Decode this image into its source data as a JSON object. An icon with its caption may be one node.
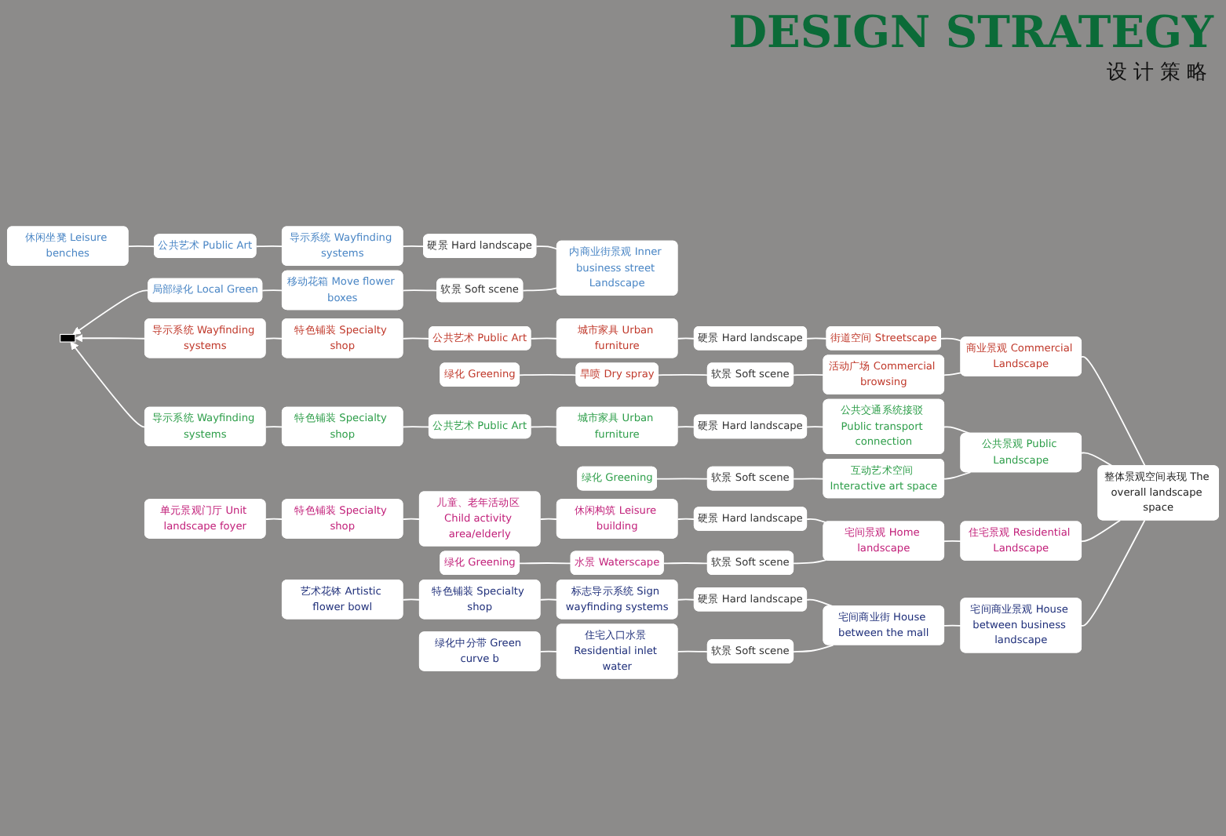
{
  "diagram": {
    "title": "DESIGN STRATEGY",
    "nodes": [
      {
        "text": [
          "内商业街景观 Inner business street Landscape"
        ]
      },
      {
        "text": [
          "硬景 Hard landscape"
        ]
      },
      {
        "text": [
          "软景 Soft scene"
        ]
      },
      {
        "text": [
          "导示系统 Wayfinding systems"
        ]
      },
      {
        "text": [
          "公共艺术 Public Art"
        ]
      },
      {
        "text": [
          "休闲坐凳 Leisure benches"
        ]
      },
      {
        "text": [
          "移动花箱 Move flower boxes"
        ]
      },
      {
        "text": [
          "局部绿化 Local Green"
        ]
      },
      {
        "text": [],
        "shape": "box"
      },
      {
        "text": [
          "整体景观空间表现 The overall landscape space"
        ]
      },
      {
        "text": [
          "商业景观 Commercial Landscape"
        ]
      },
      {
        "text": [
          "街道空间 Streetscape"
        ]
      },
      {
        "text": [
          "活动广场 Commercial browsing"
        ]
      },
      {
        "text": [
          "硬景 Hard landscape"
        ]
      },
      {
        "text": [
          "软景 Soft scene"
        ]
      },
      {
        "text": [
          "城市家具 Urban furniture"
        ]
      },
      {
        "text": [
          "公共艺术 Public Art"
        ]
      },
      {
        "text": [
          "特色铺装 Specialty shop"
        ]
      },
      {
        "text": [
          "导示系统 Wayfinding systems"
        ]
      },
      {
        "text": [
          "旱喷 Dry spray"
        ]
      },
      {
        "text": [
          "绿化 Greening"
        ]
      },
      {
        "text": [
          "公共景观 Public Landscape"
        ]
      },
      {
        "text": [
          "公共交通系统接驳 Public transport connection"
        ]
      },
      {
        "text": [
          "互动艺术空间 Interactive art space"
        ]
      },
      {
        "text": [
          "硬景 Hard landscape"
        ]
      },
      {
        "text": [
          "软景 Soft scene"
        ]
      },
      {
        "text": [
          "城市家具 Urban furniture"
        ]
      },
      {
        "text": [
          "公共艺术 Public Art"
        ]
      },
      {
        "text": [
          "特色铺装 Specialty shop"
        ]
      },
      {
        "text": [
          "导示系统 Wayfinding systems"
        ]
      },
      {
        "text": [
          "绿化 Greening"
        ]
      },
      {
        "text": [
          "住宅景观 Residential Landscape"
        ]
      },
      {
        "text": [
          "宅间景观 Home landscape"
        ]
      },
      {
        "text": [
          "硬景 Hard landscape"
        ]
      },
      {
        "text": [
          "软景 Soft scene"
        ]
      },
      {
        "text": [
          "休闲构筑 Leisure building"
        ]
      },
      {
        "text": [
          "儿童、老年活动区 Child activity area/elderly"
        ]
      },
      {
        "text": [
          "特色铺装 Specialty shop"
        ]
      },
      {
        "text": [
          "单元景观门厅 Unit landscape foyer"
        ]
      },
      {
        "text": [
          "水景 Waterscape"
        ]
      },
      {
        "text": [
          "绿化 Greening"
        ]
      },
      {
        "text": [
          "宅间商业景观 House between business landscape"
        ]
      },
      {
        "text": [
          "宅间商业街 House between the mall"
        ]
      },
      {
        "text": [
          "硬景 Hard landscape"
        ]
      },
      {
        "text": [
          "软景 Soft scene"
        ]
      },
      {
        "text": [
          "标志导示系统 Sign wayfinding systems"
        ]
      },
      {
        "text": [
          "特色铺装 Specialty shop"
        ]
      },
      {
        "text": [
          "艺术花钵 Artistic flower bowl"
        ]
      },
      {
        "text": [
          "住宅入口水景 Residential inlet water"
        ]
      },
      {
        "text": [
          "绿化中分带 Green curve b"
        ]
      }
    ],
    "edges": [
      {
        "from": 0,
        "to": 1,
        "arrow": "none"
      },
      {
        "from": 0,
        "to": 2,
        "arrow": "none"
      },
      {
        "from": 1,
        "to": 3,
        "arrow": "none"
      },
      {
        "from": 3,
        "to": 4,
        "arrow": "none"
      },
      {
        "from": 4,
        "to": 5,
        "arrow": "none"
      },
      {
        "from": 2,
        "to": 6,
        "arrow": "none"
      },
      {
        "from": 6,
        "to": 7,
        "arrow": "none"
      },
      {
        "from": 9,
        "to": 10,
        "arrow": "none"
      },
      {
        "from": 9,
        "to": 21,
        "arrow": "none"
      },
      {
        "from": 9,
        "to": 31,
        "arrow": "none"
      },
      {
        "from": 9,
        "to": 41,
        "arrow": "none"
      },
      {
        "from": 10,
        "to": 11,
        "arrow": "none"
      },
      {
        "from": 10,
        "to": 12,
        "arrow": "none"
      },
      {
        "from": 11,
        "to": 13,
        "arrow": "none"
      },
      {
        "from": 12,
        "to": 14,
        "arrow": "none"
      },
      {
        "from": 13,
        "to": 15,
        "arrow": "none"
      },
      {
        "from": 15,
        "to": 16,
        "arrow": "none"
      },
      {
        "from": 16,
        "to": 17,
        "arrow": "none"
      },
      {
        "from": 17,
        "to": 18,
        "arrow": "none"
      },
      {
        "from": 14,
        "to": 19,
        "arrow": "none"
      },
      {
        "from": 19,
        "to": 20,
        "arrow": "none"
      },
      {
        "from": 21,
        "to": 22,
        "arrow": "none"
      },
      {
        "from": 21,
        "to": 23,
        "arrow": "none"
      },
      {
        "from": 22,
        "to": 24,
        "arrow": "none"
      },
      {
        "from": 23,
        "to": 25,
        "arrow": "none"
      },
      {
        "from": 24,
        "to": 26,
        "arrow": "none"
      },
      {
        "from": 26,
        "to": 27,
        "arrow": "none"
      },
      {
        "from": 27,
        "to": 28,
        "arrow": "none"
      },
      {
        "from": 28,
        "to": 29,
        "arrow": "none"
      },
      {
        "from": 25,
        "to": 30,
        "arrow": "none"
      },
      {
        "from": 31,
        "to": 32,
        "arrow": "none"
      },
      {
        "from": 32,
        "to": 33,
        "arrow": "none"
      },
      {
        "from": 32,
        "to": 34,
        "arrow": "none"
      },
      {
        "from": 33,
        "to": 35,
        "arrow": "none"
      },
      {
        "from": 35,
        "to": 36,
        "arrow": "none"
      },
      {
        "from": 36,
        "to": 37,
        "arrow": "none"
      },
      {
        "from": 37,
        "to": 38,
        "arrow": "none"
      },
      {
        "from": 34,
        "to": 39,
        "arrow": "none"
      },
      {
        "from": 39,
        "to": 40,
        "arrow": "none"
      },
      {
        "from": 41,
        "to": 42,
        "arrow": "none"
      },
      {
        "from": 42,
        "to": 43,
        "arrow": "none"
      },
      {
        "from": 42,
        "to": 44,
        "arrow": "none"
      },
      {
        "from": 43,
        "to": 45,
        "arrow": "none"
      },
      {
        "from": 45,
        "to": 46,
        "arrow": "none"
      },
      {
        "from": 46,
        "to": 47,
        "arrow": "none"
      },
      {
        "from": 44,
        "to": 48,
        "arrow": "none"
      },
      {
        "from": 48,
        "to": 49,
        "arrow": "none"
      },
      {
        "from": 7,
        "to": 8,
        "arrow": "to"
      },
      {
        "from": 18,
        "to": 8,
        "arrow": "to"
      },
      {
        "from": 29,
        "to": 8,
        "arrow": "to"
      }
    ],
    "labels": [
      "设计策略"
    ]
  }
}
